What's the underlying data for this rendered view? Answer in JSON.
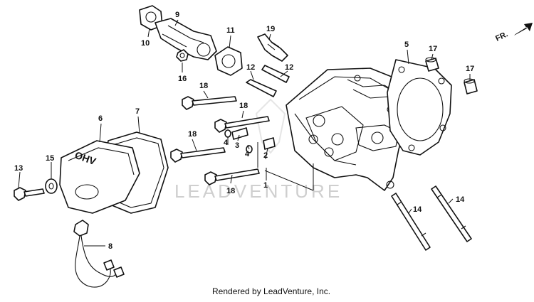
{
  "diagram": {
    "callouts": {
      "c1": "1",
      "c2": "2",
      "c3": "3",
      "c4a": "4",
      "c4b": "4",
      "c5": "5",
      "c6": "6",
      "c7": "7",
      "c8": "8",
      "c9": "9",
      "c10": "10",
      "c11": "11",
      "c12a": "12",
      "c12b": "12",
      "c13": "13",
      "c14a": "14",
      "c14b": "14",
      "c15": "15",
      "c16": "16",
      "c17a": "17",
      "c17b": "17",
      "c18a": "18",
      "c18b": "18",
      "c18c": "18",
      "c18d": "18",
      "c19": "19"
    },
    "cover_lettering": "OHV",
    "direction_label": "FR.",
    "watermark": "LEADVENTURE",
    "footer": "Rendered by LeadVenture, Inc."
  }
}
